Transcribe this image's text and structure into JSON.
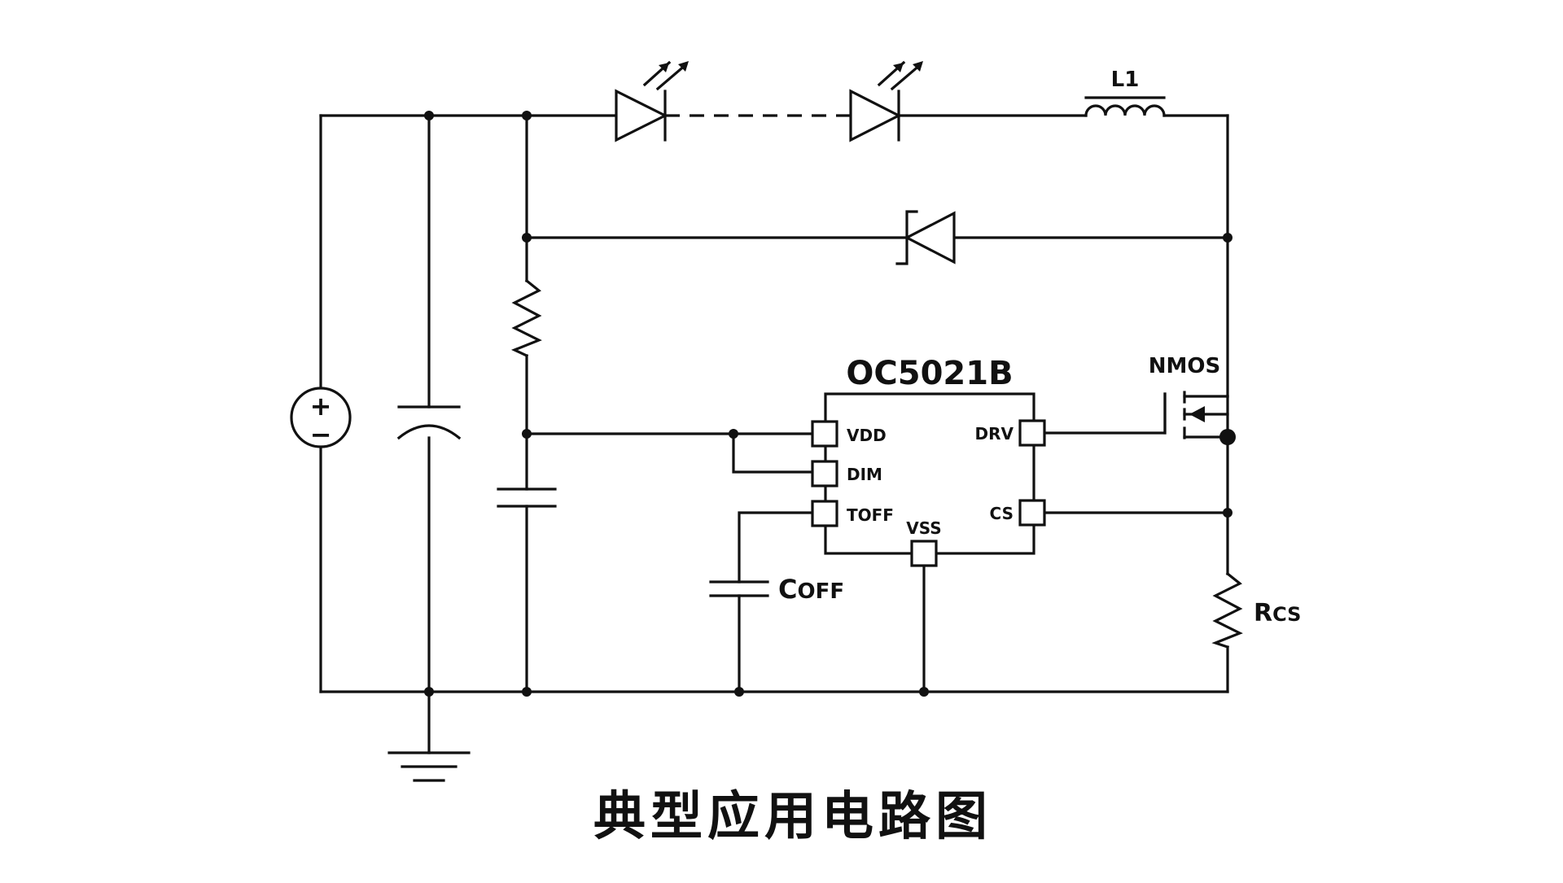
{
  "diagram": {
    "caption": "典型应用电路图",
    "ic": {
      "name": "OC5021B",
      "pins": {
        "vdd": "VDD",
        "dim": "DIM",
        "toff": "TOFF",
        "vss": "VSS",
        "drv": "DRV",
        "cs": "CS"
      }
    },
    "labels": {
      "inductor": "L1",
      "mosfet": "NMOS",
      "sense_resistor": {
        "main": "R",
        "sub": "CS"
      },
      "toff_capacitor": {
        "main": "C",
        "sub": "OFF"
      }
    },
    "source_symbols": {
      "plus": "+",
      "minus": "−"
    }
  },
  "colors": {
    "stroke": "#111111",
    "background": "#ffffff"
  }
}
